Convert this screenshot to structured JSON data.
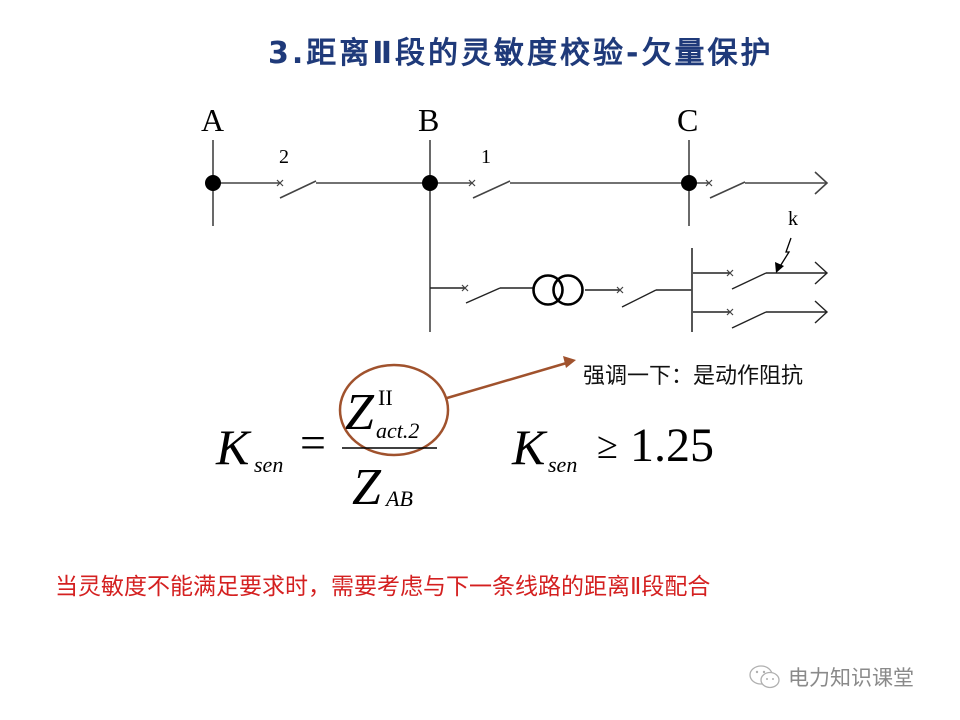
{
  "slide": {
    "title": "3.距离Ⅱ段的灵敏度校验-欠量保护",
    "title_color": "#1f3a7a"
  },
  "diagram": {
    "buses": [
      {
        "label": "A"
      },
      {
        "label": "B"
      },
      {
        "label": "C"
      }
    ],
    "breakers": [
      {
        "label": "2"
      },
      {
        "label": "1"
      }
    ],
    "fault_label": "k",
    "transformer": "two-winding-transformer-icon"
  },
  "formula": {
    "lhs_main": "K",
    "lhs_sub": "sen",
    "equals": "=",
    "num_main": "Z",
    "num_sup": "II",
    "num_sub": "act.2",
    "den_main": "Z",
    "den_sub": "AB",
    "cond_main": "K",
    "cond_sub": "sen",
    "cond_rel": "≥",
    "cond_value": "1.25"
  },
  "annotation": {
    "text": "强调一下：是动作阻抗",
    "circle_color": "#a0522d"
  },
  "conclusion": {
    "text": "当灵敏度不能满足要求时，需要考虑与下一条线路的距离Ⅱ段配合",
    "color": "#d42020"
  },
  "watermark": {
    "icon": "wechat-icon",
    "text": "电力知识课堂"
  }
}
